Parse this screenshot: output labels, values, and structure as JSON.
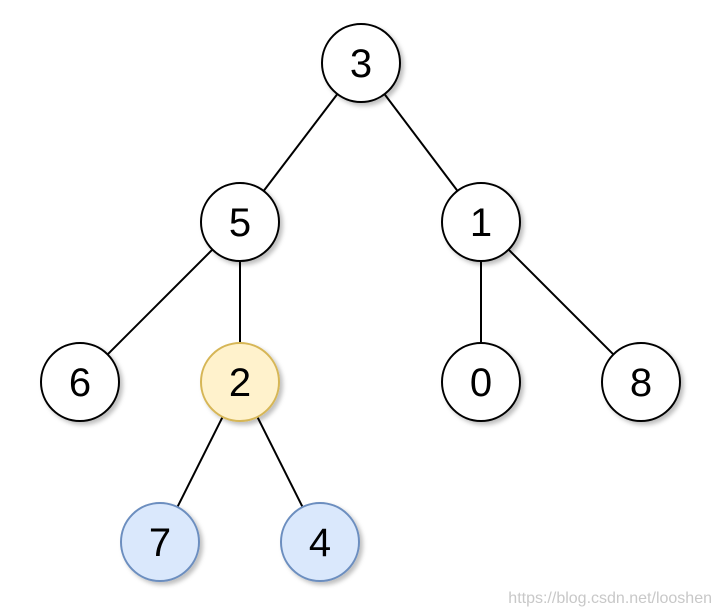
{
  "tree": {
    "nodes": [
      {
        "id": "n3",
        "label": "3",
        "style": "default"
      },
      {
        "id": "n5",
        "label": "5",
        "style": "default"
      },
      {
        "id": "n1",
        "label": "1",
        "style": "default"
      },
      {
        "id": "n6",
        "label": "6",
        "style": "default"
      },
      {
        "id": "n2",
        "label": "2",
        "style": "target"
      },
      {
        "id": "n0",
        "label": "0",
        "style": "default"
      },
      {
        "id": "n8",
        "label": "8",
        "style": "default"
      },
      {
        "id": "n7",
        "label": "7",
        "style": "highlight"
      },
      {
        "id": "n4",
        "label": "4",
        "style": "highlight"
      }
    ],
    "edges": [
      {
        "from": "n3",
        "to": "n5"
      },
      {
        "from": "n3",
        "to": "n1"
      },
      {
        "from": "n5",
        "to": "n6"
      },
      {
        "from": "n5",
        "to": "n2"
      },
      {
        "from": "n1",
        "to": "n0"
      },
      {
        "from": "n1",
        "to": "n8"
      },
      {
        "from": "n2",
        "to": "n7"
      },
      {
        "from": "n2",
        "to": "n4"
      }
    ]
  },
  "styles": {
    "default": {
      "fill": "#ffffff",
      "stroke": "#000000"
    },
    "target": {
      "fill": "#fff2cc",
      "stroke": "#d6b656"
    },
    "highlight": {
      "fill": "#dae8fc",
      "stroke": "#6c8ebf"
    },
    "edge": "#000000"
  },
  "watermark": "https://blog.csdn.net/looshen"
}
